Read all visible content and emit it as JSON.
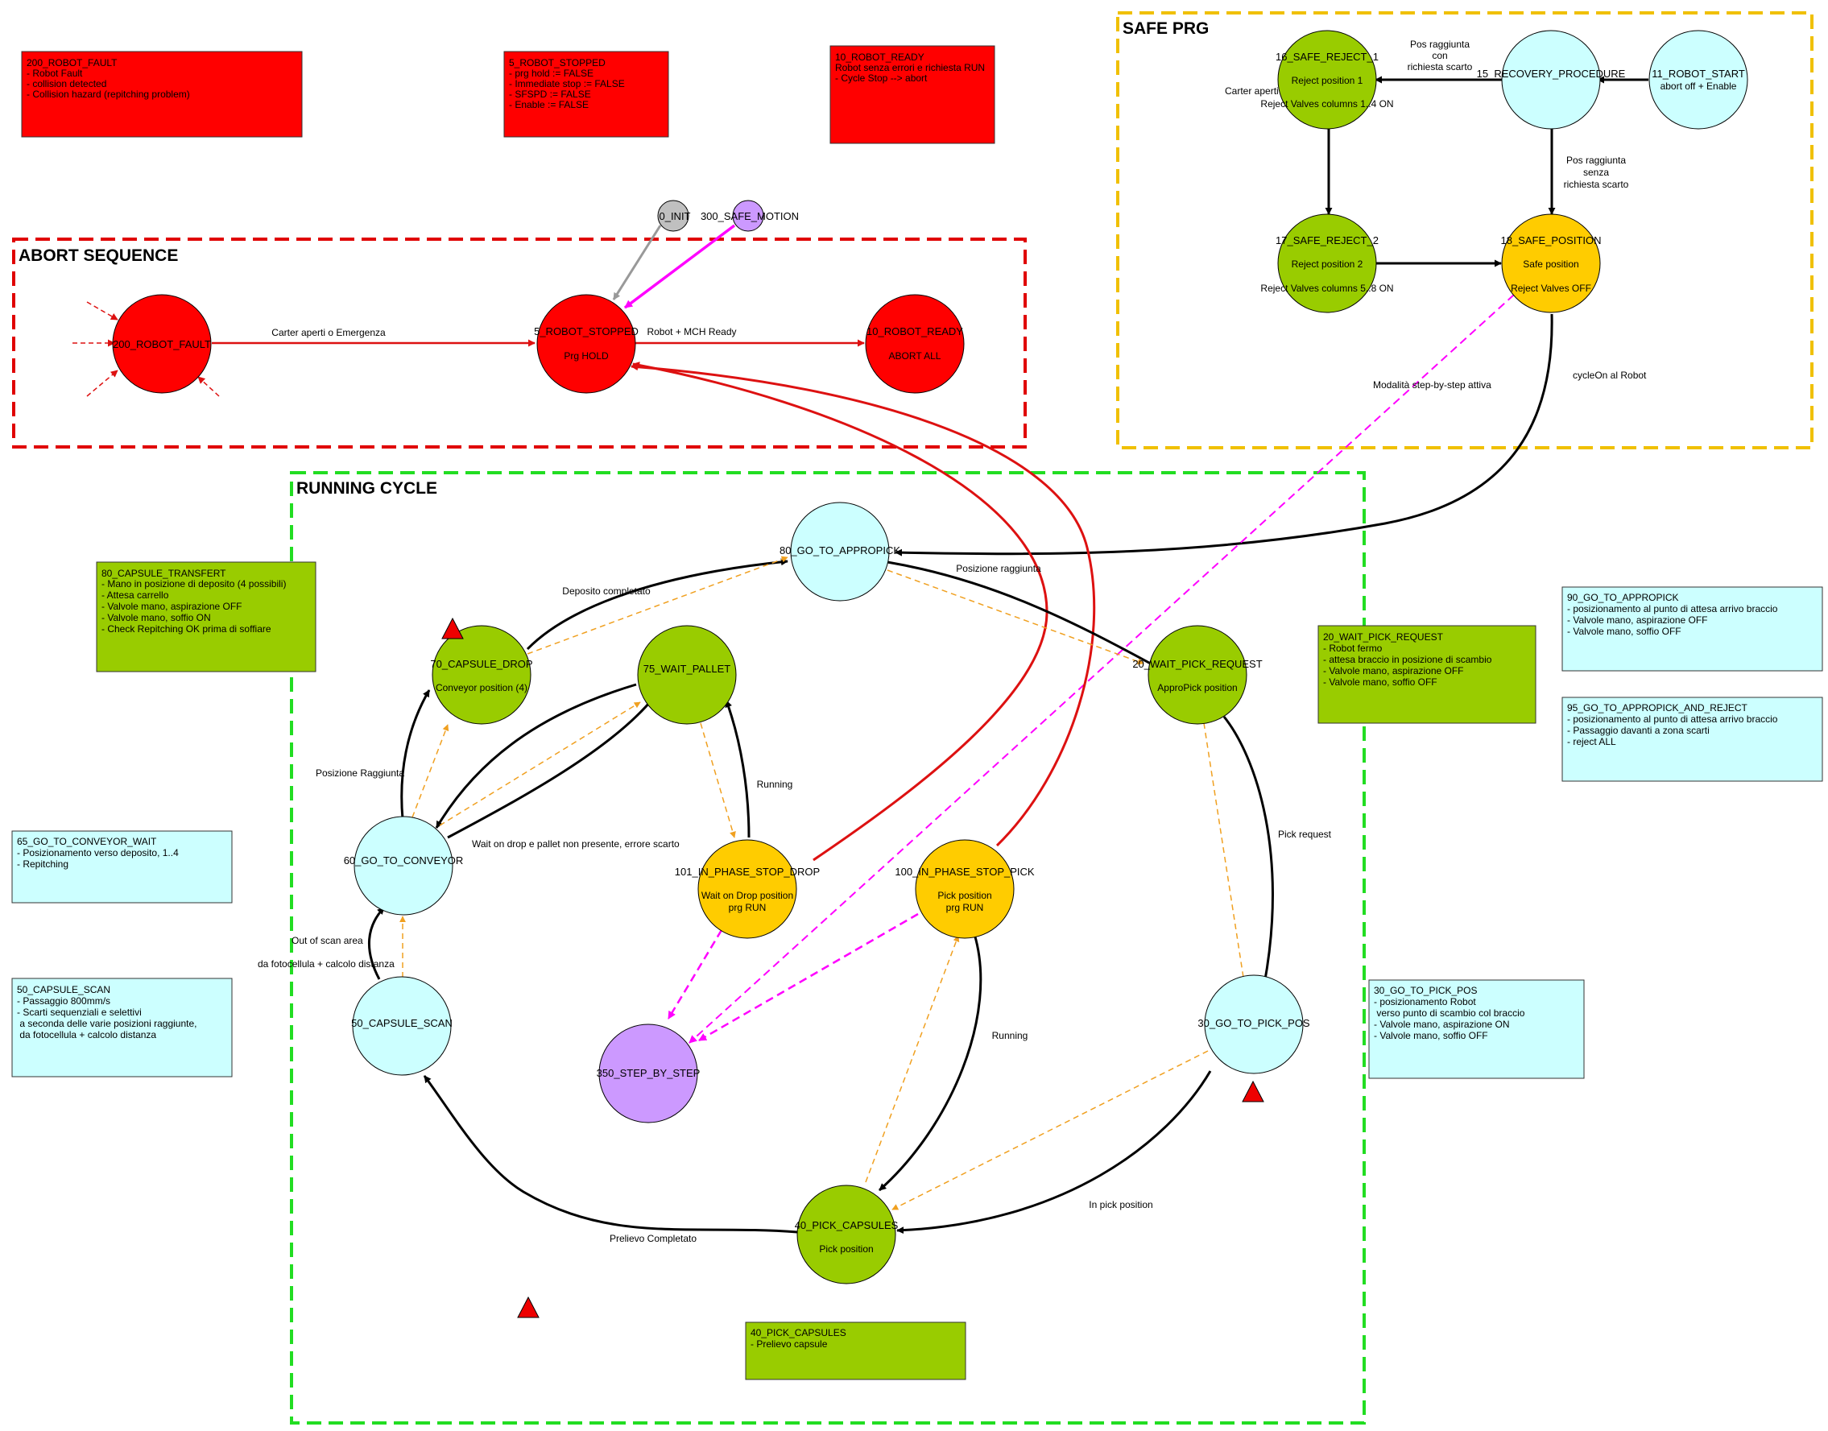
{
  "colors": {
    "red": "#ff0000",
    "green": "#99cc00",
    "cyan": "#ccffff",
    "yellow": "#ffcc00",
    "purple": "#cc99ff",
    "gray": "#c0c0c0",
    "abort_border": "#e00000",
    "safe_border": "#f0c000",
    "running_border": "#22dd22",
    "magenta": "#ff00ff",
    "orange": "#f0a020",
    "dark_red_edge": "#dd1111"
  },
  "groups": {
    "abort": {
      "title": "ABORT SEQUENCE"
    },
    "safe": {
      "title": "SAFE PRG"
    },
    "running": {
      "title": "RUNNING CYCLE"
    }
  },
  "nodes": {
    "robot_fault": {
      "name": "200_ROBOT_FAULT",
      "lines": []
    },
    "robot_stopped": {
      "name": "5_ROBOT_STOPPED",
      "lines": [
        "Prg HOLD"
      ]
    },
    "robot_ready": {
      "name": "10_ROBOT_READY",
      "lines": [
        "ABORT ALL"
      ]
    },
    "init": {
      "name": "0_INIT",
      "lines": []
    },
    "safe_motion": {
      "name": "300_SAFE_MOTION",
      "lines": []
    },
    "safe_reject_1": {
      "name": "16_SAFE_REJECT_1",
      "lines": [
        "Reject position 1",
        "Reject Valves columns 1..4 ON"
      ]
    },
    "recovery": {
      "name": "15_RECOVERY_PROCEDURE",
      "lines": []
    },
    "robot_start": {
      "name": "11_ROBOT_START",
      "lines": [
        "abort off  + Enable"
      ]
    },
    "safe_reject_2": {
      "name": "17_SAFE_REJECT_2",
      "lines": [
        "Reject position 2",
        "Reject Valves columns 5..8 ON"
      ]
    },
    "safe_position": {
      "name": "18_SAFE_POSITION",
      "lines": [
        "Safe position",
        "Reject Valves OFF"
      ]
    },
    "go_to_appropick": {
      "name": "80_GO_TO_APPROPICK",
      "lines": []
    },
    "capsule_drop": {
      "name": "70_CAPSULE_DROP",
      "lines": [
        "Conveyor position (4)"
      ]
    },
    "wait_pallet": {
      "name": "75_WAIT_PALLET",
      "lines": []
    },
    "wait_pick_request": {
      "name": "20_WAIT_PICK_REQUEST",
      "lines": [
        "ApproPick position"
      ]
    },
    "go_to_conveyor": {
      "name": "60_GO_TO_CONVEYOR",
      "lines": []
    },
    "stop_drop": {
      "name": "101_IN_PHASE_STOP_DROP",
      "lines": [
        "Wait on Drop position",
        "prg RUN"
      ]
    },
    "stop_pick": {
      "name": "100_IN_PHASE_STOP_PICK",
      "lines": [
        "Pick  position",
        "prg RUN"
      ]
    },
    "capsule_scan": {
      "name": "50_CAPSULE_SCAN",
      "lines": []
    },
    "step_by_step": {
      "name": "350_STEP_BY_STEP",
      "lines": []
    },
    "go_to_pick_pos": {
      "name": "30_GO_TO_PICK_POS",
      "lines": []
    },
    "pick_capsules": {
      "name": "40_PICK_CAPSULES",
      "lines": [
        "Pick position"
      ]
    }
  },
  "edge_labels": {
    "fault_to_stopped": "Carter aperti o Emergenza",
    "stopped_to_ready": "Robot + MCH Ready",
    "recovery_to_reject1": [
      "Pos raggiunta",
      "con",
      "richiesta scarto"
    ],
    "recovery_to_reject1_extra": "Carter aperti o Emergenza",
    "recovery_to_safe": [
      "Pos raggiunta",
      "senza",
      "richiesta scarto"
    ],
    "safe_to_running": "cycleOn al Robot",
    "step_mode": "Modalità step-by-step  attiva",
    "drop_to_appro": "Deposito completato",
    "appro_to_wait": "Posizione raggiunta",
    "conveyor_to_drop": "Posizione Raggiunta",
    "running_pallet": "Running",
    "wait_on_drop": "Wait on drop e pallet non presente, errore scarto",
    "pick_request": "Pick request",
    "out_of_scan": "Out of scan area",
    "fotocellula": "da fotocellula + calcolo distanza",
    "running_pick": "Running",
    "in_pick_position": "In pick position",
    "prelievo": "Prelievo Completato"
  },
  "notes": {
    "fault": {
      "title": "200_ROBOT_FAULT",
      "lines": [
        "",
        "- Robot Fault",
        "- collision detected",
        "- Collision hazard (repitching problem)"
      ]
    },
    "stopped": {
      "title": "5_ROBOT_STOPPED",
      "lines": [
        "",
        "- prg hold := FALSE",
        "- Immediate stop := FALSE",
        "- SFSPD := FALSE",
        "- Enable := FALSE"
      ]
    },
    "ready": {
      "title": "10_ROBOT_READY",
      "lines": [
        "",
        "Robot senza errori e richiesta RUN",
        "- Cycle Stop --> abort"
      ]
    },
    "transfert": {
      "title": "80_CAPSULE_TRANSFERT",
      "lines": [
        "",
        "- Mano in posizione di deposito (4 possibili)",
        "- Attesa carrello",
        "- Valvole mano, aspirazione OFF",
        "- Valvole mano, soffio ON",
        "",
        "- Check Repitching OK prima di soffiare"
      ]
    },
    "conveyor_wait": {
      "title": "65_GO_TO_CONVEYOR_WAIT",
      "lines": [
        "",
        "- Posizionamento verso deposito, 1..4",
        "",
        "- Repitching"
      ]
    },
    "scan": {
      "title": "50_CAPSULE_SCAN",
      "lines": [
        "",
        "- Passaggio 800mm/s",
        "",
        "- Scarti sequenziali e selettivi",
        "   a seconda delle varie posizioni raggiunte,",
        "   da fotocellula + calcolo distanza"
      ]
    },
    "wait_pick": {
      "title": "20_WAIT_PICK_REQUEST",
      "lines": [
        "",
        "- Robot fermo",
        "- attesa braccio in posizione di scambio",
        "",
        "- Valvole mano, aspirazione OFF",
        "- Valvole mano, soffio OFF"
      ]
    },
    "appropick": {
      "title": "90_GO_TO_APPROPICK",
      "lines": [
        "",
        "- posizionamento al punto di attesa arrivo braccio",
        "",
        "- Valvole mano, aspirazione OFF",
        "- Valvole mano, soffio OFF"
      ]
    },
    "appropick_reject": {
      "title": "95_GO_TO_APPROPICK_AND_REJECT",
      "lines": [
        "",
        "- posizionamento al punto di attesa arrivo braccio",
        "- Passaggio davanti a zona scarti",
        "- reject ALL"
      ]
    },
    "pick_pos": {
      "title": "30_GO_TO_PICK_POS",
      "lines": [
        "",
        "- posizionamento Robot",
        "     verso punto di scambio col braccio",
        "",
        "- Valvole mano, aspirazione ON",
        "- Valvole mano, soffio OFF"
      ]
    },
    "pick_capsules": {
      "title": "40_PICK_CAPSULES",
      "lines": [
        "",
        "- Prelievo capsule"
      ]
    }
  }
}
